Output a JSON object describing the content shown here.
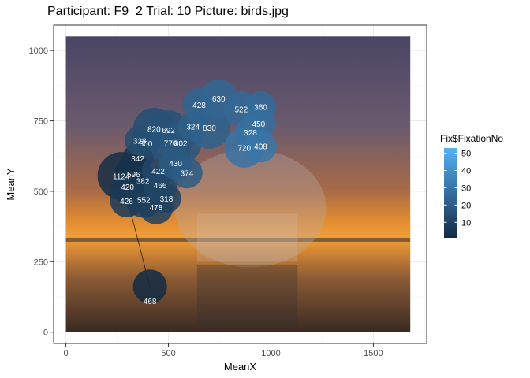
{
  "chart_data": {
    "type": "scatter",
    "title": "Participant: F9_2 Trial: 10 Picture: birds.jpg",
    "xlabel": "MeanX",
    "ylabel": "MeanY",
    "xlim": [
      -60,
      1760
    ],
    "ylim": [
      -40,
      1090
    ],
    "xticks": [
      0,
      500,
      1000,
      1500
    ],
    "yticks": [
      0,
      250,
      500,
      750,
      1000
    ],
    "x_tick_labels": [
      "0",
      "500",
      "1000",
      "1500"
    ],
    "y_tick_labels": [
      "0",
      "250",
      "500",
      "750",
      "1000"
    ],
    "grid": true,
    "background_image": {
      "extent_x": [
        0,
        1680
      ],
      "extent_y": [
        0,
        1050
      ],
      "description_ref": "birds.jpg"
    },
    "legend": {
      "title": "Fix$FixationNo",
      "position": "right",
      "range": [
        1,
        53
      ],
      "ticks": [
        10,
        20,
        30,
        40,
        50
      ],
      "tick_labels": [
        "10",
        "20",
        "30",
        "40",
        "50"
      ],
      "color_low": "#132B43",
      "color_high": "#56B1F7"
    },
    "points": [
      {
        "fix": 1,
        "x": 410,
        "y": 162,
        "dur": 468
      },
      {
        "fix": 2,
        "x": 270,
        "y": 555,
        "dur": 1124
      },
      {
        "fix": 3,
        "x": 330,
        "y": 562,
        "dur": 596
      },
      {
        "fix": 4,
        "x": 350,
        "y": 617,
        "dur": 342
      },
      {
        "fix": 5,
        "x": 375,
        "y": 538,
        "dur": 382
      },
      {
        "fix": 6,
        "x": 300,
        "y": 516,
        "dur": 420
      },
      {
        "fix": 7,
        "x": 296,
        "y": 466,
        "dur": 426
      },
      {
        "fix": 8,
        "x": 380,
        "y": 470,
        "dur": 552
      },
      {
        "fix": 9,
        "x": 440,
        "y": 444,
        "dur": 478
      },
      {
        "fix": 10,
        "x": 490,
        "y": 475,
        "dur": 318
      },
      {
        "fix": 11,
        "x": 460,
        "y": 522,
        "dur": 466
      },
      {
        "fix": 12,
        "x": 450,
        "y": 573,
        "dur": 422
      },
      {
        "fix": 13,
        "x": 390,
        "y": 670,
        "dur": 300
      },
      {
        "fix": 14,
        "x": 360,
        "y": 680,
        "dur": 328
      },
      {
        "fix": 15,
        "x": 430,
        "y": 722,
        "dur": 820
      },
      {
        "fix": 16,
        "x": 500,
        "y": 718,
        "dur": 692
      },
      {
        "fix": 17,
        "x": 510,
        "y": 672,
        "dur": 770
      },
      {
        "fix": 18,
        "x": 560,
        "y": 672,
        "dur": 802
      },
      {
        "fix": 19,
        "x": 535,
        "y": 600,
        "dur": 430
      },
      {
        "fix": 20,
        "x": 590,
        "y": 566,
        "dur": 374
      },
      {
        "fix": 21,
        "x": 620,
        "y": 730,
        "dur": 324
      },
      {
        "fix": 22,
        "x": 700,
        "y": 726,
        "dur": 830
      },
      {
        "fix": 23,
        "x": 650,
        "y": 808,
        "dur": 428
      },
      {
        "fix": 24,
        "x": 745,
        "y": 830,
        "dur": 630
      },
      {
        "fix": 25,
        "x": 855,
        "y": 792,
        "dur": 522
      },
      {
        "fix": 26,
        "x": 950,
        "y": 800,
        "dur": 360
      },
      {
        "fix": 27,
        "x": 940,
        "y": 740,
        "dur": 450
      },
      {
        "fix": 28,
        "x": 900,
        "y": 710,
        "dur": 328
      },
      {
        "fix": 29,
        "x": 870,
        "y": 655,
        "dur": 720
      },
      {
        "fix": 30,
        "x": 950,
        "y": 660,
        "dur": 408
      }
    ]
  }
}
